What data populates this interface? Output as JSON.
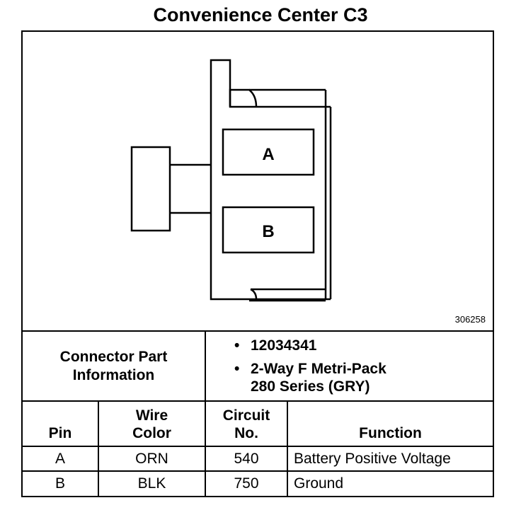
{
  "title": "Convenience Center C3",
  "diagram": {
    "figure_id": "306258",
    "cavities": [
      "A",
      "B"
    ]
  },
  "connector_part_info": {
    "label_line1": "Connector Part",
    "label_line2": "Information",
    "part_number": "12034341",
    "description_line1": "2-Way F Metri-Pack",
    "description_line2": "280 Series (GRY)",
    "bullet": "•"
  },
  "pin_table": {
    "headers": {
      "pin": "Pin",
      "wire_color_line1": "Wire",
      "wire_color_line2": "Color",
      "circuit_line1": "Circuit",
      "circuit_line2": "No.",
      "function": "Function"
    },
    "rows": [
      {
        "pin": "A",
        "wire_color": "ORN",
        "circuit": "540",
        "function": "Battery Positive Voltage"
      },
      {
        "pin": "B",
        "wire_color": "BLK",
        "circuit": "750",
        "function": "Ground"
      }
    ]
  }
}
